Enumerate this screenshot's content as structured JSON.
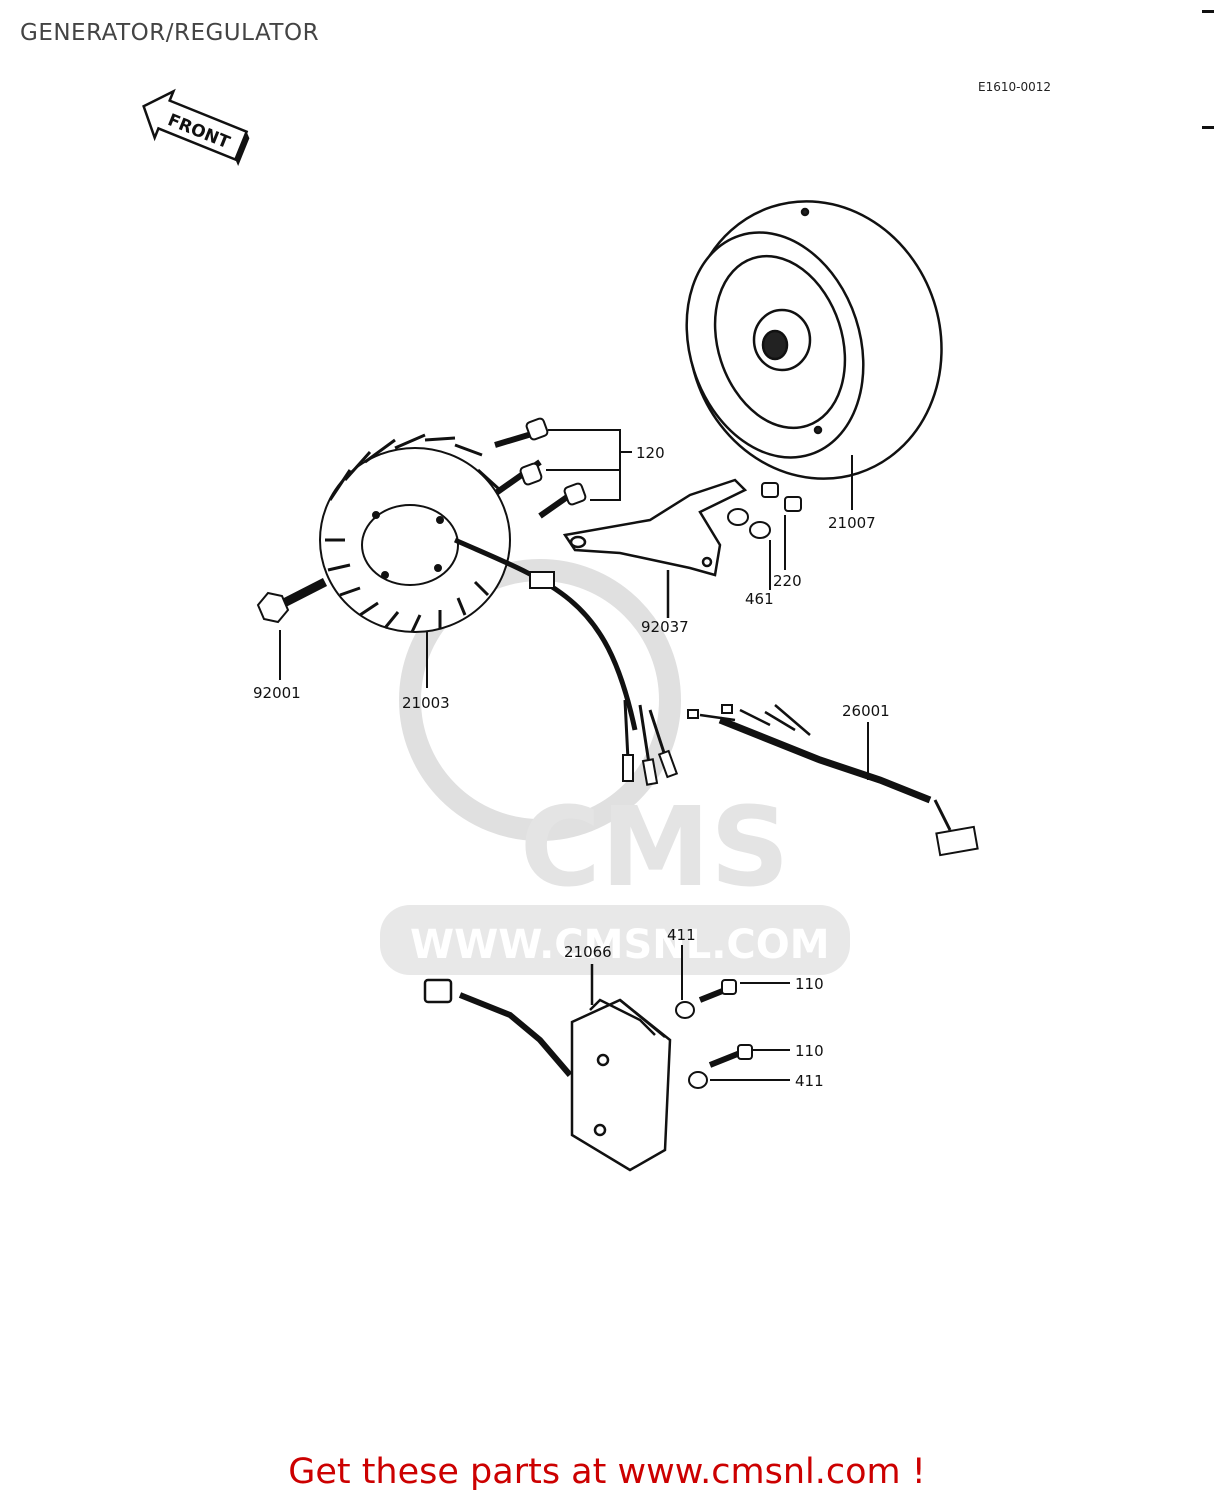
{
  "page": {
    "title": "GENERATOR/REGULATOR",
    "ref_code": "E1610-0012",
    "front_label": "FRONT"
  },
  "watermark": {
    "brand": "CMS",
    "url": "WWW.CMSNL.COM"
  },
  "callouts": {
    "bolt_120": "120",
    "flywheel_21007": "21007",
    "bracket_92037": "92037",
    "washer_461": "461",
    "bolt_220": "220",
    "bolt_92001": "92001",
    "stator_21003": "21003",
    "harness_26001": "26001",
    "regulator_21066": "21066",
    "nut_411_top": "411",
    "bolt_110_top": "110",
    "bolt_110_bottom": "110",
    "nut_411_bottom": "411"
  },
  "footer": {
    "text": "Get these parts at www.cmsnl.com !",
    "color": "#cc0000"
  },
  "colors": {
    "line": "#222222",
    "watermark": "#e6e6e6",
    "footer": "#cc0000"
  }
}
